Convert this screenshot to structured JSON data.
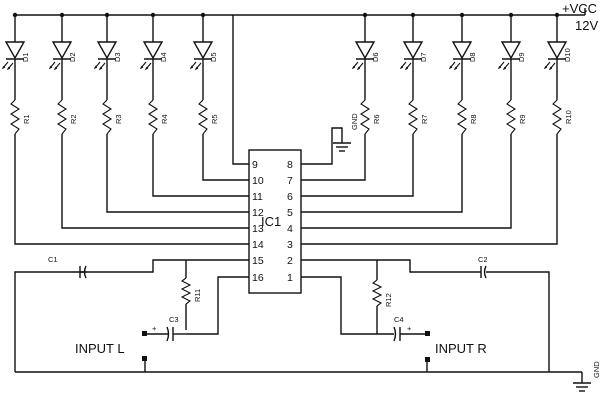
{
  "vcc_label": "+VCC",
  "vcc_voltage": "12V",
  "ic_label": "IC1",
  "gnd_label": "GND",
  "input_left": "INPUT L",
  "input_right": "INPUT R",
  "plus_sign": "+",
  "left_pins": [
    "9",
    "10",
    "11",
    "12",
    "13",
    "14",
    "15",
    "16"
  ],
  "right_pins": [
    "8",
    "7",
    "6",
    "5",
    "4",
    "3",
    "2",
    "1"
  ],
  "leds": [
    "D1",
    "D2",
    "D3",
    "D4",
    "D5",
    "D6",
    "D7",
    "D8",
    "D9",
    "D10"
  ],
  "resistors": [
    "R1",
    "R2",
    "R3",
    "R4",
    "R5",
    "R6",
    "R7",
    "R8",
    "R9",
    "R10"
  ],
  "other_resistors": [
    "R11",
    "R12"
  ],
  "capacitors": [
    "C1",
    "C2",
    "C3",
    "C4"
  ]
}
